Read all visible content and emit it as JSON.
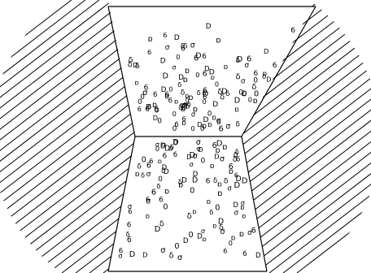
{
  "figure": {
    "description_free": true,
    "stroke_color": "#000000",
    "background_color": "#ffffff",
    "hatch_style": "diagonal-lines",
    "upper_particle_glyphs": [
      "D",
      "6",
      "0",
      "σ",
      "ɒ",
      "δ"
    ],
    "lower_particle_glyphs": [
      "D",
      "6",
      "0",
      "σ",
      "ɒ",
      "δ"
    ]
  }
}
